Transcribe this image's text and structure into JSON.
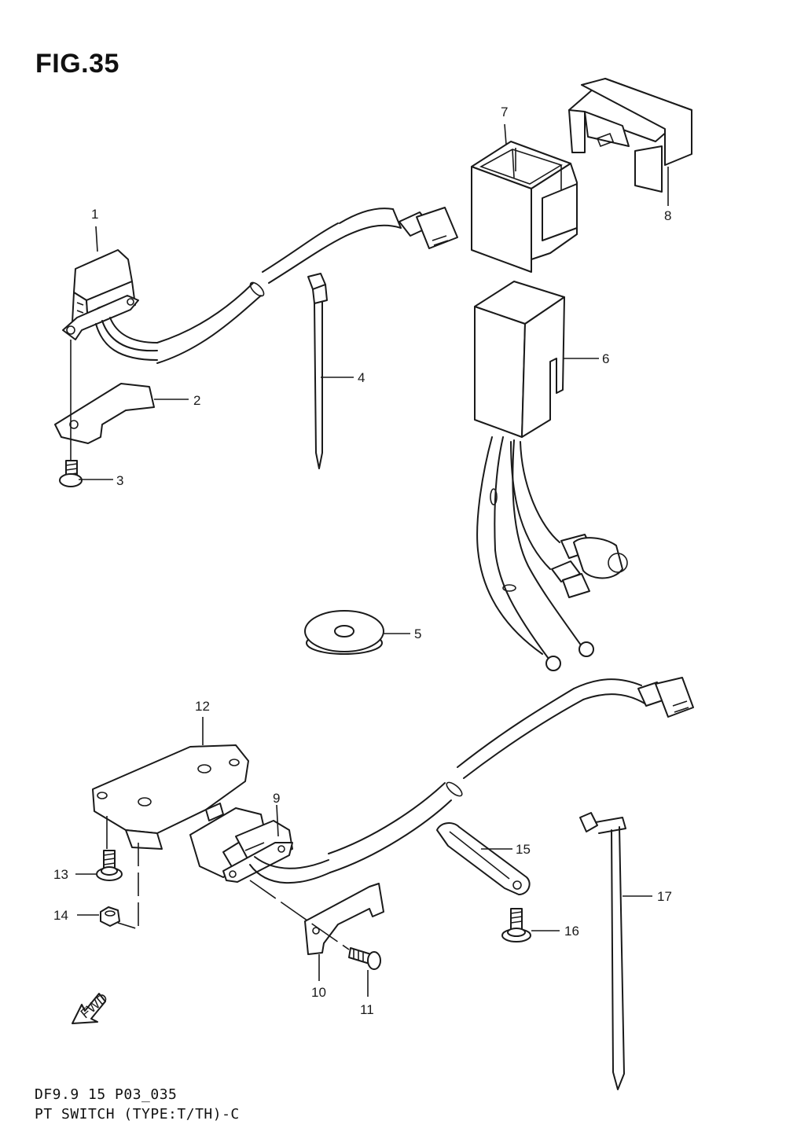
{
  "figure": {
    "title": "FIG.35",
    "code": "DF9.9 15 P03_035",
    "subtitle": "PT SWITCH (TYPE:T/TH)-C",
    "fwd_label": "FWD"
  },
  "callouts": [
    "1",
    "2",
    "3",
    "4",
    "5",
    "6",
    "7",
    "8",
    "9",
    "10",
    "11",
    "12",
    "13",
    "14",
    "15",
    "16",
    "17"
  ],
  "colors": {
    "ink": "#1a1a1a",
    "background": "#ffffff"
  }
}
